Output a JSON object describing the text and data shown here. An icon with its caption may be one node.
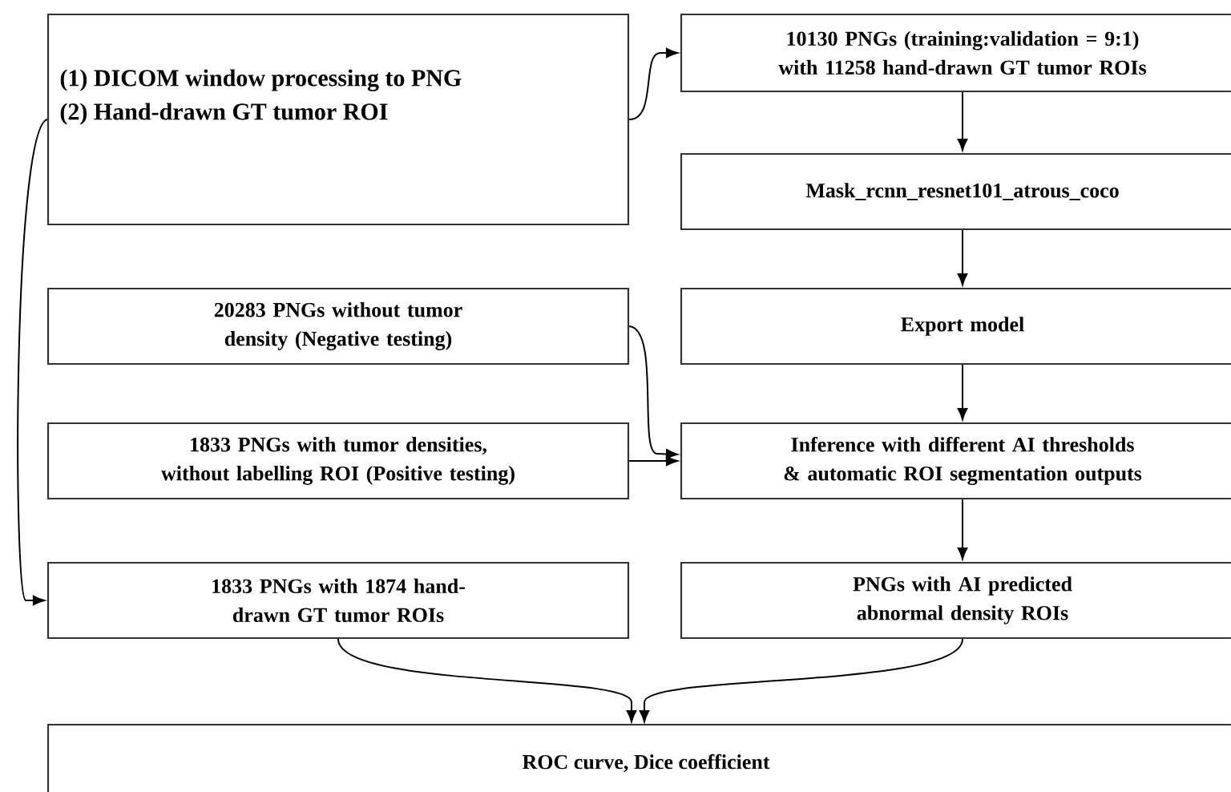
{
  "diagram": {
    "nodes": [
      {
        "text": [
          "(1) DICOM window processing to PNG",
          "(2) Hand-drawn GT tumor ROI"
        ]
      },
      {
        "text": [
          "10130 PNGs (training:validation = 9:1) with 11258 hand-drawn GT tumor ROIs"
        ]
      },
      {
        "text": [
          "Mask_rcnn_resnet101_atrous_coco"
        ]
      },
      {
        "text": [
          "20283 PNGs without tumor density (Negative testing)"
        ]
      },
      {
        "text": [
          "Export model"
        ]
      },
      {
        "text": [
          "1833 PNGs with tumor densities, without labelling ROI (Positive testing)"
        ]
      },
      {
        "text": [
          "Inference with different AI thresholds & automatic ROI segmentation outputs"
        ]
      },
      {
        "text": [
          "1833 PNGs with 1874 hand-drawn GT tumor ROIs"
        ]
      },
      {
        "text": [
          "PNGs with AI predicted abnormal density ROIs"
        ]
      },
      {
        "text": [
          "ROC curve, Dice coefficient"
        ]
      }
    ],
    "edges": [
      {
        "from": 0,
        "to": 1,
        "arrow": "to"
      },
      {
        "from": 1,
        "to": 2,
        "arrow": "to"
      },
      {
        "from": 2,
        "to": 4,
        "arrow": "to"
      },
      {
        "from": 4,
        "to": 6,
        "arrow": "to"
      },
      {
        "from": 3,
        "to": 6,
        "arrow": "to"
      },
      {
        "from": 5,
        "to": 6,
        "arrow": "to"
      },
      {
        "from": 6,
        "to": 8,
        "arrow": "to"
      },
      {
        "from": 0,
        "to": 7,
        "arrow": "to"
      },
      {
        "from": 7,
        "to": 9,
        "arrow": "to"
      },
      {
        "from": 8,
        "to": 9,
        "arrow": "to"
      }
    ]
  }
}
